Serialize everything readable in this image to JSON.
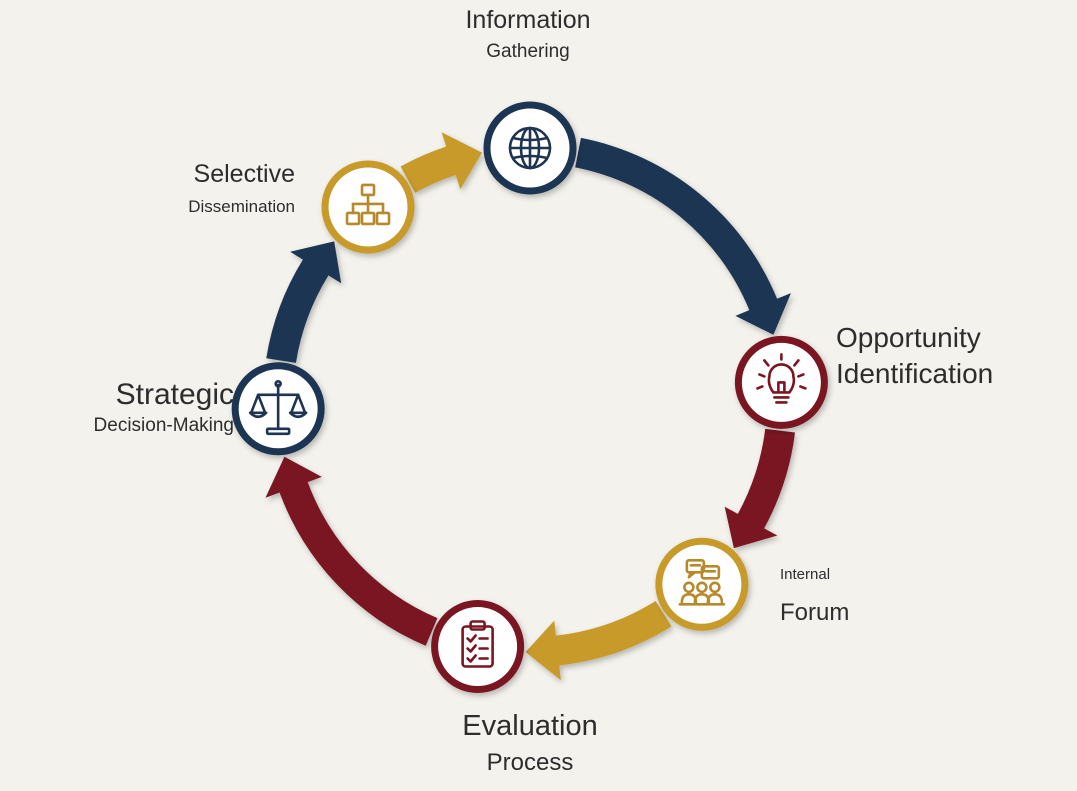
{
  "stages": [
    {
      "key": "information-gathering",
      "line1": "Information",
      "line2": "Gathering",
      "icon": "globe-icon",
      "color": "#1f3452"
    },
    {
      "key": "opportunity-identification",
      "line1": "Opportunity",
      "line2": "Identification",
      "icon": "lightbulb-icon",
      "color": "#7a1520"
    },
    {
      "key": "internal-forum",
      "line1": "Internal",
      "line2": "Forum",
      "icon": "discussion-group-icon",
      "color": "#c79a2c"
    },
    {
      "key": "evaluation-process",
      "line1": "Evaluation",
      "line2": "Process",
      "icon": "checklist-clipboard-icon",
      "color": "#7a1520"
    },
    {
      "key": "strategic-decision-making",
      "line1": "Strategic",
      "line2": "Decision-Making",
      "icon": "scales-icon",
      "color": "#1f3452"
    },
    {
      "key": "selective-dissemination",
      "line1": "Selective",
      "line2": "Dissemination",
      "icon": "hierarchy-chart-icon",
      "color": "#c79a2c"
    }
  ],
  "colors": {
    "navy": "#1f3452",
    "maroon": "#7a1520",
    "gold": "#c79a2c",
    "background": "#f4f2ec",
    "text": "#2d2d2d"
  }
}
